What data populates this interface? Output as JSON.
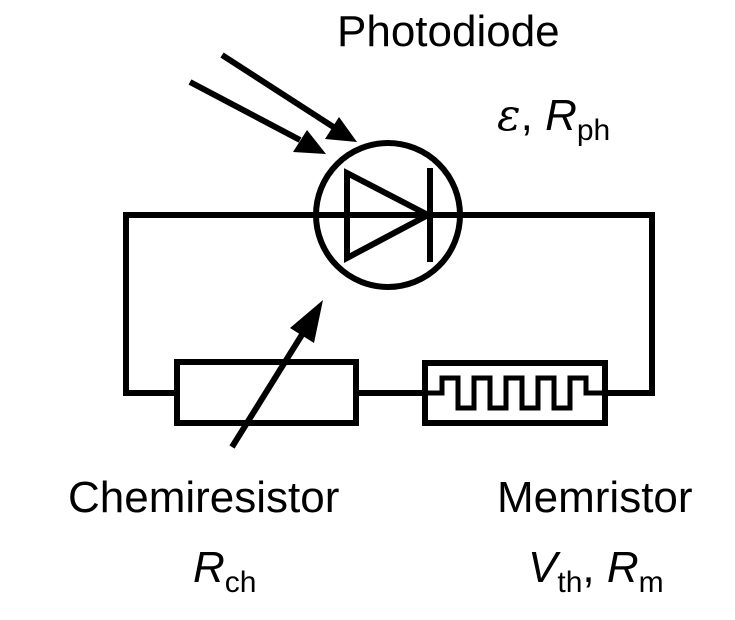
{
  "photodiode": {
    "name": "Photodiode",
    "param_symbol": "ε",
    "param_sep": ", ",
    "resistance_symbol": "R",
    "resistance_sub": "ph"
  },
  "chemiresistor": {
    "name": "Chemiresistor",
    "resistance_symbol": "R",
    "resistance_sub": "ch"
  },
  "memristor": {
    "name": "Memristor",
    "voltage_symbol": "V",
    "voltage_sub": "th",
    "param_sep": ", ",
    "resistance_symbol": "R",
    "resistance_sub": "m"
  },
  "colors": {
    "stroke": "#000000",
    "background": "#ffffff"
  }
}
